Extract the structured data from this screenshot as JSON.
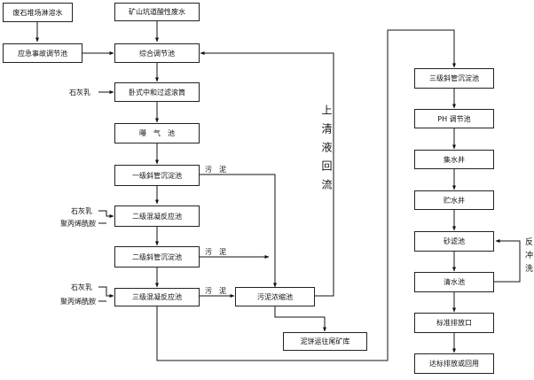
{
  "boxes": {
    "b1": "废石堆场淋溶水",
    "b2": "矿山坑道酸性废水",
    "b3": "应急事故调节池",
    "b4": "综合调节池",
    "b5": "卧式中和过滤滚筒",
    "b6": "曝　气　池",
    "b7": "一级斜管沉淀池",
    "b8": "二级混凝反应池",
    "b9": "二级斜管沉淀池",
    "b10": "三级混凝反应池",
    "b11": "污泥浓缩池",
    "b12": "泥饼运往尾矿库",
    "r1": "三级斜管沉淀池",
    "r2": "PH 调节池",
    "r3": "集水井",
    "r4": "贮水井",
    "r5": "砂滤池",
    "r6": "清水池",
    "r7": "标准排放口",
    "r8": "达标排放或回用"
  },
  "labels": {
    "lime1": "石灰乳",
    "lime2": "石灰乳",
    "pam2": "聚丙烯酰胺",
    "lime3": "石灰乳",
    "pam3": "聚丙烯酰胺",
    "sludge1": "污　泥",
    "sludge2": "污　泥",
    "sludge3": "污　泥",
    "supernatant": "上清液回流",
    "backwash": "反冲洗"
  }
}
